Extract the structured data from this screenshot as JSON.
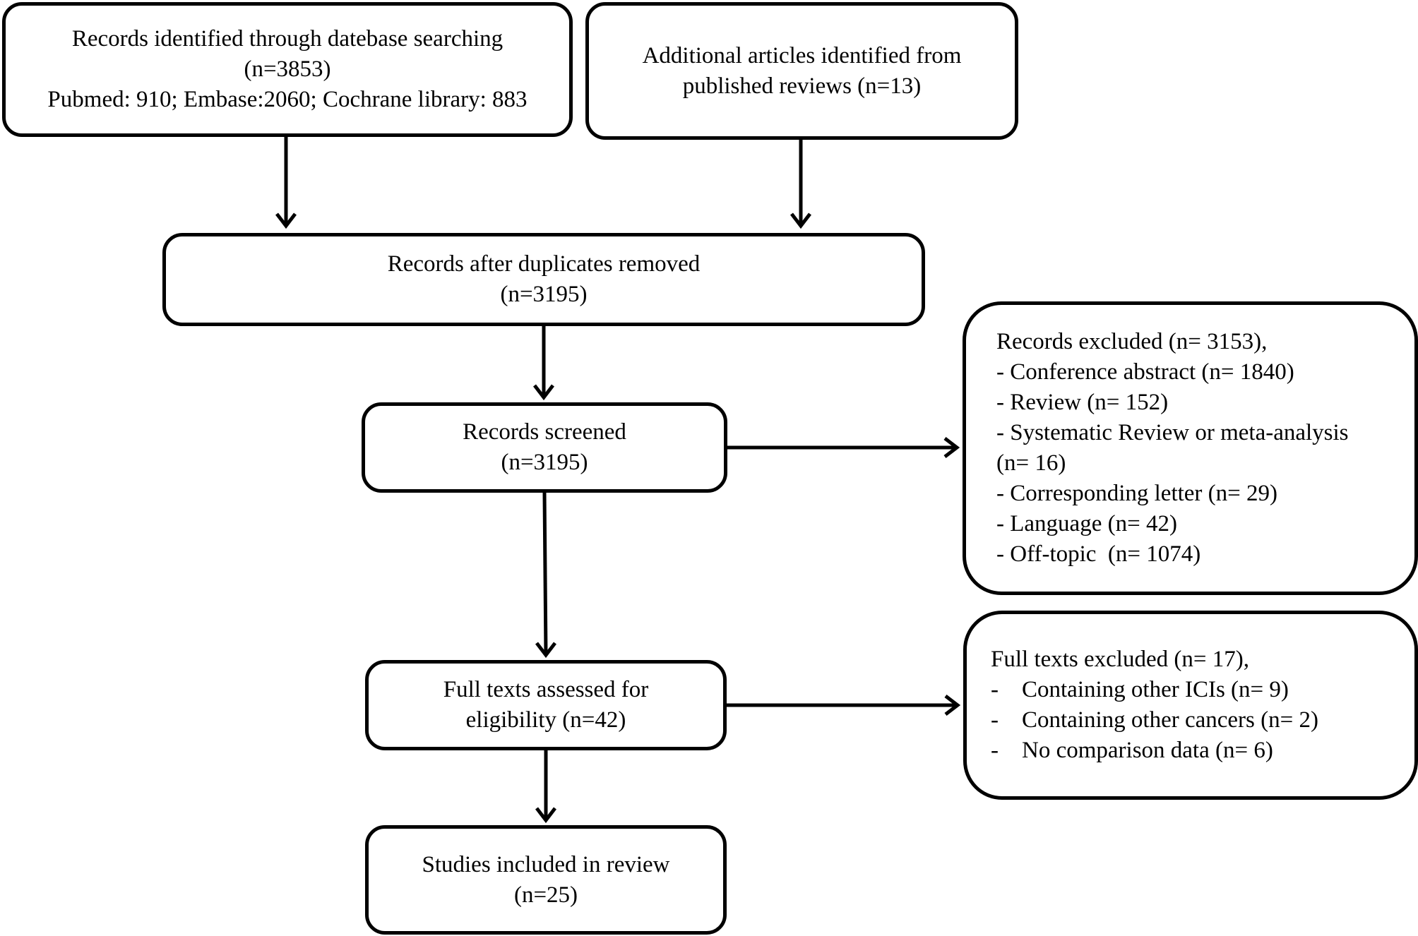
{
  "boxes": {
    "identified": {
      "lines": [
        "Records identified through datebase searching",
        "(n=3853)",
        "Pubmed: 910; Embase:2060; Cochrane library: 883"
      ]
    },
    "additional": {
      "lines": [
        "Additional articles identified from",
        "published reviews (n=13)"
      ]
    },
    "after_duplicates": {
      "lines": [
        "Records after duplicates removed",
        "(n=3195)"
      ]
    },
    "screened": {
      "lines": [
        "Records screened",
        "(n=3195)"
      ]
    },
    "records_excluded": {
      "lines": [
        "Records excluded (n= 3153),",
        "- Conference abstract (n= 1840)",
        "- Review (n= 152)",
        "- Systematic Review or meta-analysis",
        "(n= 16)",
        "- Corresponding letter (n= 29)",
        "- Language (n= 42)",
        "- Off-topic  (n= 1074)"
      ]
    },
    "full_texts": {
      "lines": [
        "Full texts assessed for",
        "eligibility (n=42)"
      ]
    },
    "full_texts_excluded": {
      "lines": [
        "Full texts excluded (n= 17),",
        "-    Containing other ICIs (n= 9)",
        "-    Containing other cancers (n= 2)",
        "-    No comparison data (n= 6)"
      ]
    },
    "included": {
      "lines": [
        "Studies included in review",
        "(n=25)"
      ]
    }
  },
  "colors": {
    "stroke": "#000000",
    "background": "#ffffff"
  }
}
